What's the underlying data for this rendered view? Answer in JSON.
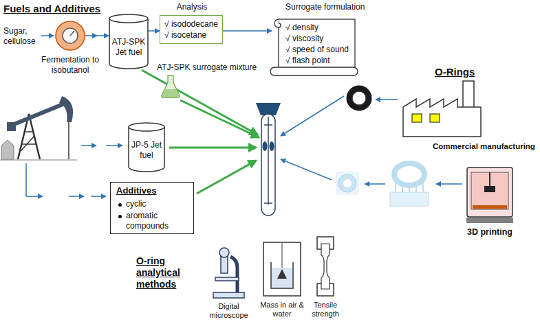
{
  "diagram": {
    "nodes": [
      {
        "text": [
          "Fermentation to isobutanol"
        ]
      },
      {
        "text": [
          "ATJ-SPK Jet fuel"
        ]
      },
      {
        "text": [
          "Analysis",
          "√ isododecane",
          "√ isocetane"
        ]
      },
      {
        "text": [
          "Surrogate formulation",
          "√ density",
          "√ viscosity",
          "√ speed of sound",
          "√ flash point"
        ]
      },
      {
        "text": [
          "ATJ-SPK surrogate mixture"
        ]
      },
      {
        "text": [
          "JP-5 Jet fuel"
        ]
      },
      {
        "text": [
          "Additives",
          "cyclic",
          "aromatic compounds"
        ]
      },
      {
        "text": [
          "Commercial manufacturing"
        ]
      },
      {
        "text": [
          "3D printing"
        ]
      },
      {
        "text": [
          "Digital microscope"
        ]
      },
      {
        "text": [
          "Mass in air & water"
        ]
      },
      {
        "text": [
          "Tensile strength"
        ]
      }
    ],
    "edges": [
      {
        "from": 0,
        "to": 1,
        "arrow": "to"
      },
      {
        "from": 1,
        "to": 2,
        "arrow": "to"
      },
      {
        "from": 2,
        "to": 3,
        "arrow": "to"
      }
    ],
    "labels": [
      "Fuels and Additives",
      "Sugar, cellulose",
      "O-Rings",
      "O-ring analytical methods"
    ]
  }
}
